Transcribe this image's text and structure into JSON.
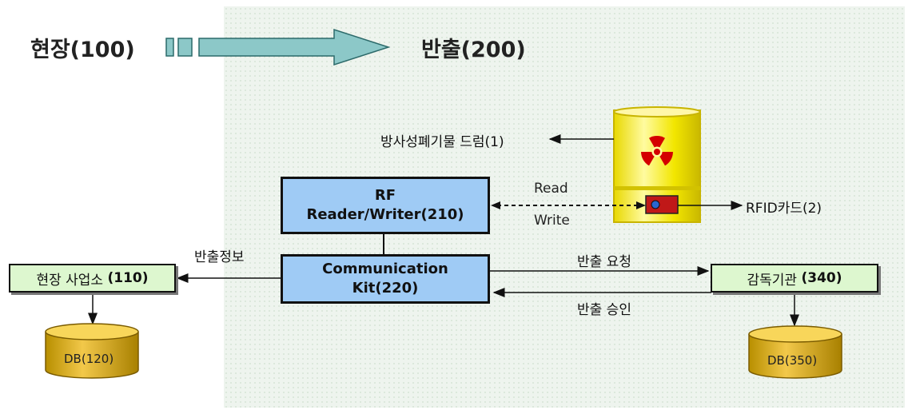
{
  "stages": {
    "site": "현장(100)",
    "export": "반출(200)"
  },
  "drum_label": "방사성폐기물 드럼(1)",
  "rfid_label": "RFID카드(2)",
  "reader": {
    "line1": "RF",
    "line2": "Reader/Writer(210)"
  },
  "comm": {
    "line1": "Communication",
    "line2": "Kit(220)"
  },
  "rw_labels": {
    "read": "Read",
    "write": "Write"
  },
  "export_info": "반출정보",
  "request": "반출 요청",
  "approval": "반출 승인",
  "site_office": {
    "name": "현장 사업소",
    "code": "(110)"
  },
  "agency": {
    "name": "감독기관",
    "code": "(340)"
  },
  "db_site": "DB(120)",
  "db_agency": "DB(350)"
}
